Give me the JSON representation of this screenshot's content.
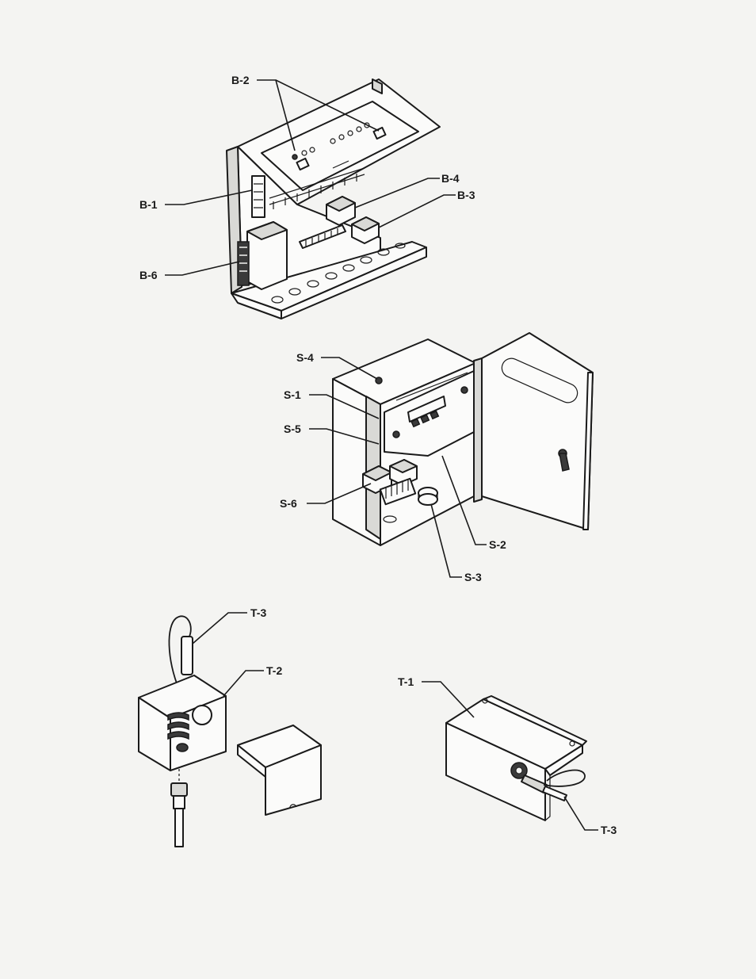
{
  "figure_1": {
    "labels": {
      "b1": "B-1",
      "b2": "B-2",
      "b3": "B-3",
      "b4": "B-4",
      "b6": "B-6"
    },
    "icons": [
      "control-board-enclosure-icon",
      "relay-icon",
      "terminal-strip-icon"
    ]
  },
  "figure_2": {
    "labels": {
      "s1": "S-1",
      "s2": "S-2",
      "s3": "S-3",
      "s4": "S-4",
      "s5": "S-5",
      "s6": "S-6"
    },
    "icons": [
      "control-cabinet-icon",
      "open-door-icon",
      "door-latch-icon",
      "display-panel-icon"
    ]
  },
  "figure_3": {
    "labels": {
      "t1": "T-1",
      "t2": "T-2",
      "t3a": "T-3",
      "t3b": "T-3"
    },
    "icons": [
      "junction-box-icon",
      "box-cover-icon",
      "thermostat-probe-icon",
      "mounting-bracket-icon"
    ]
  }
}
